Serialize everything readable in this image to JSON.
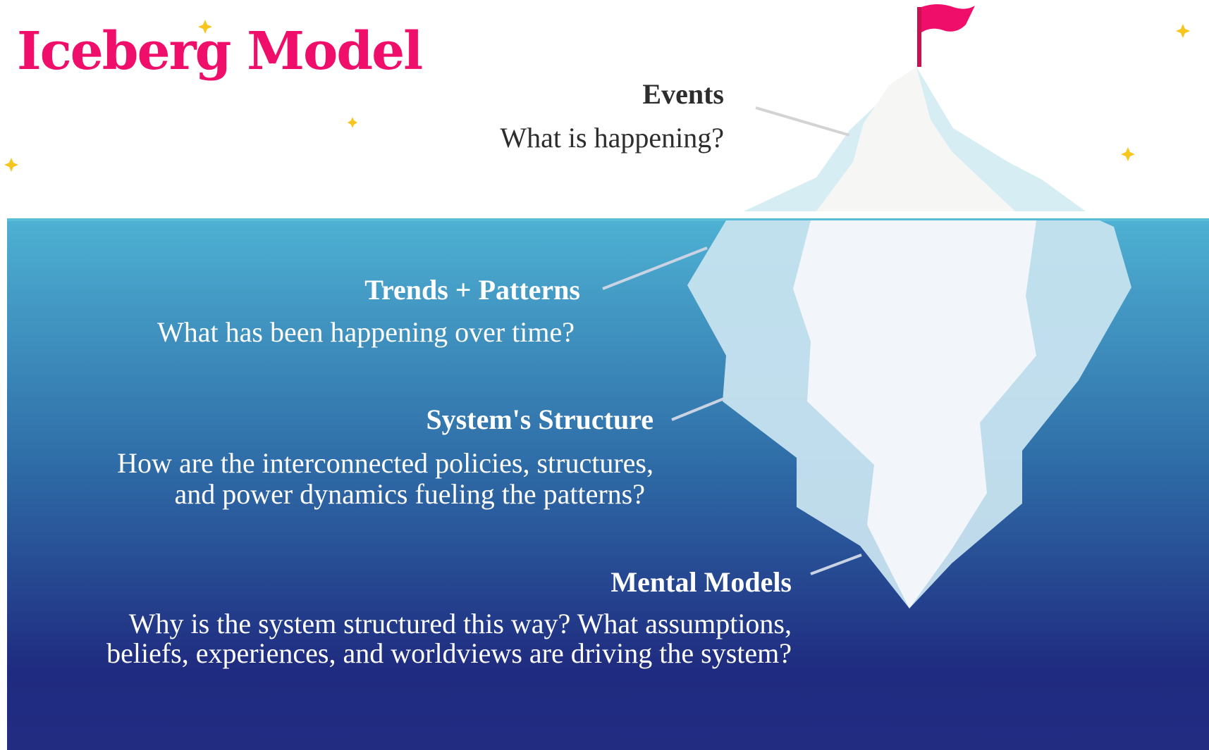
{
  "title": "Iceberg Model",
  "colors": {
    "title": "#ef0f6b",
    "flag": "#ef0f6b",
    "water_top": "#4eb1d3",
    "water_bottom": "#1f2b80",
    "ice_light": "#d6edf4",
    "ice_core": "#f2f6fb",
    "star": "#f7c51c"
  },
  "levels": {
    "events": {
      "heading": "Events",
      "question": "What is happening?"
    },
    "trends": {
      "heading": "Trends + Patterns",
      "question": "What has been happening over time?"
    },
    "structure": {
      "heading": "System's Structure",
      "question_line1": "How are the interconnected policies,  structures,",
      "question_line2": "and power dynamics fueling the patterns?"
    },
    "mental": {
      "heading": "Mental Models",
      "question_line1": "Why is the system structured this way? What assumptions,",
      "question_line2": "beliefs, experiences, and worldviews are driving the system?"
    }
  }
}
